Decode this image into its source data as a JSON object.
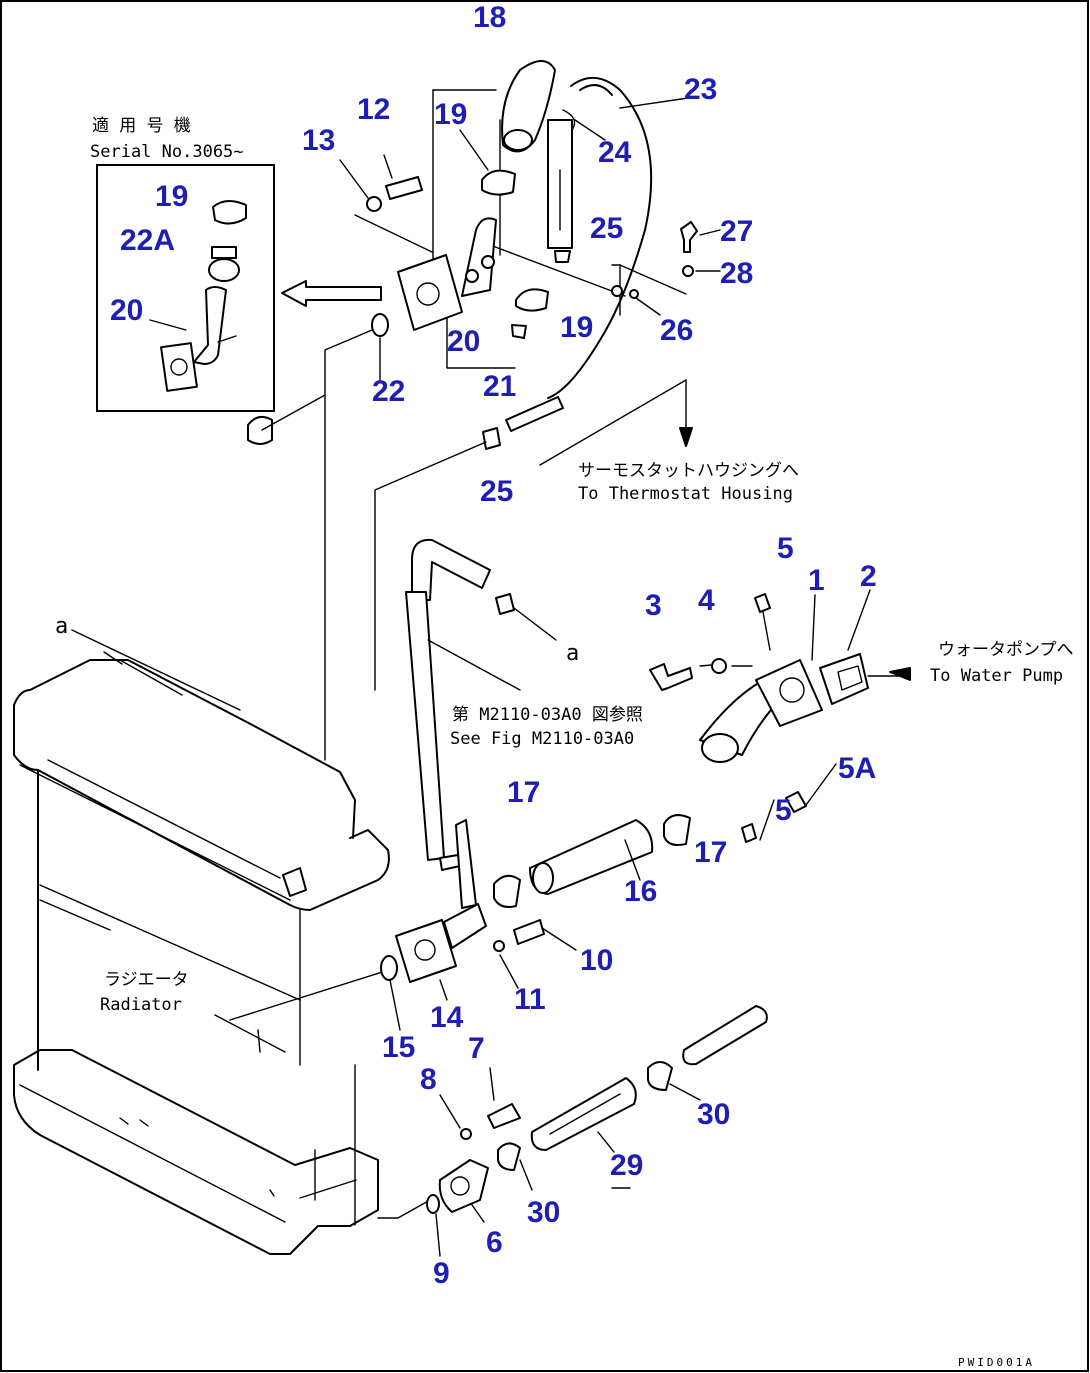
{
  "notes": {
    "serial_jp": "適 用 号 機",
    "serial_en": "Serial No.3065~",
    "thermostat_jp": "サーモスタットハウジングへ",
    "thermostat_en": "To Thermostat Housing",
    "water_pump_jp": "ウォータポンプへ",
    "water_pump_en": "To Water Pump",
    "fig_ref_jp": "第 M2110-03A0 図参照",
    "fig_ref_en": "See Fig M2110-03A0",
    "radiator_jp": "ラジエータ",
    "radiator_en": "Radiator",
    "ref_a1": "a",
    "ref_a2": "a"
  },
  "drawing_code": "PWID001A",
  "callouts": [
    "18",
    "23",
    "24",
    "19",
    "12",
    "13",
    "25",
    "27",
    "28",
    "26",
    "19",
    "20",
    "21",
    "22",
    "25",
    "19",
    "22A",
    "20",
    "5",
    "1",
    "2",
    "3",
    "4",
    "5A",
    "5",
    "17",
    "17",
    "16",
    "10",
    "11",
    "14",
    "15",
    "7",
    "8",
    "30",
    "29",
    "30",
    "6",
    "9"
  ]
}
